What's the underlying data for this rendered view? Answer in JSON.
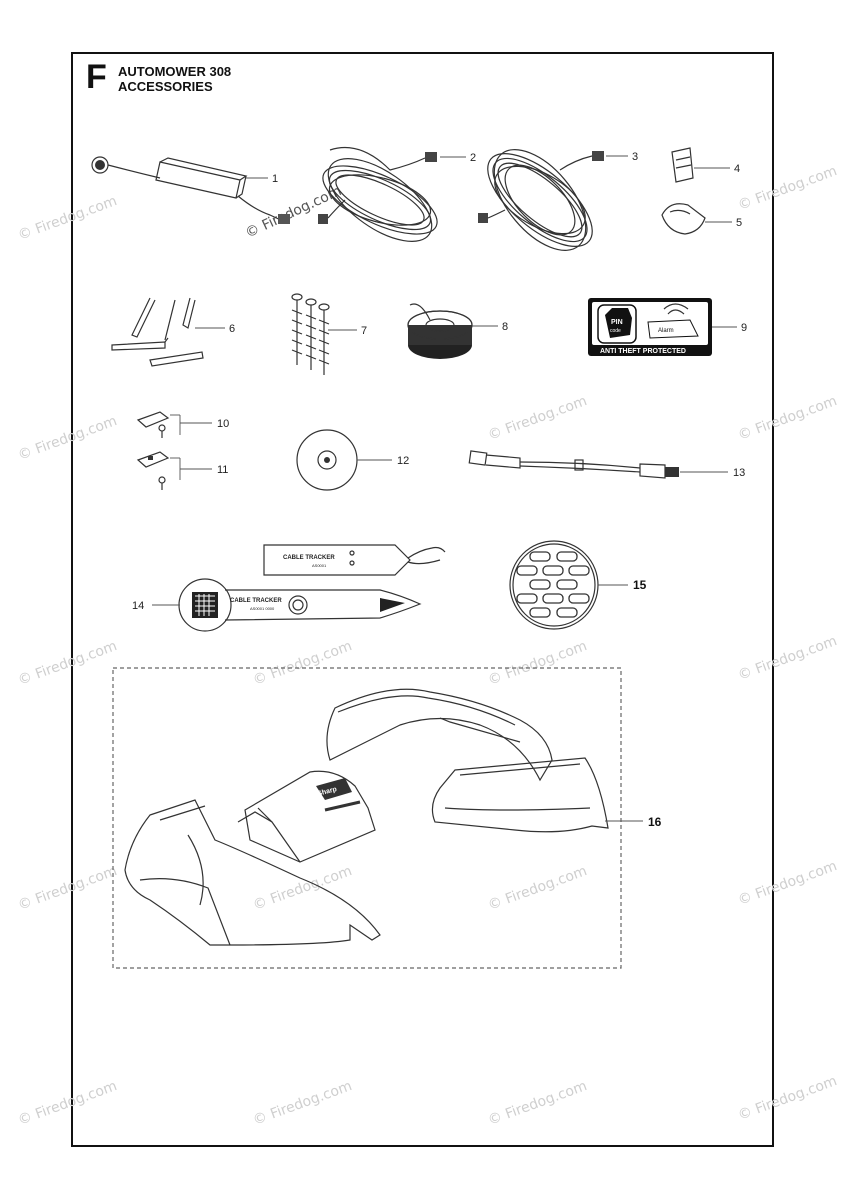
{
  "header": {
    "section_letter": "F",
    "title_line1": "AUTOMOWER 308",
    "title_line2": "ACCESSORIES"
  },
  "watermark": {
    "text": "© Firedog.com"
  },
  "callouts": [
    "1",
    "2",
    "3",
    "4",
    "5",
    "6",
    "7",
    "8",
    "9",
    "10",
    "11",
    "12",
    "13",
    "14",
    "15",
    "16"
  ],
  "decal": {
    "banner": "ANTI THEFT PROTECTED",
    "pin_label": "PIN",
    "pin_sub": "code",
    "alarm_label": "Alarm"
  },
  "cable_tracker": {
    "receiver_label": "CABLE TRACKER",
    "receiver_sub": "AS0001",
    "probe_label": "CABLE TRACKER",
    "probe_sub": "AS0001 0000"
  },
  "cover": {
    "badge": "Sharp"
  }
}
